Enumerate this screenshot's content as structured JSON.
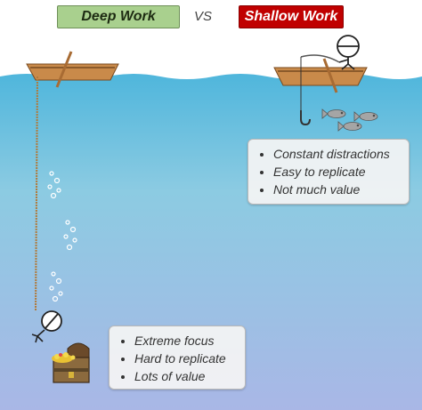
{
  "header": {
    "left_label": "Deep Work",
    "vs_label": "VS",
    "right_label": "Shallow Work"
  },
  "shallow_work": {
    "points": [
      "Constant distractions",
      "Easy to replicate",
      "Not much value"
    ]
  },
  "deep_work": {
    "points": [
      "Extreme focus",
      "Hard to replicate",
      "Lots of value"
    ]
  },
  "colors": {
    "deep_label_bg": "#a9d08e",
    "shallow_label_bg": "#c00000",
    "water_top": "#4fb6dc",
    "water_bottom": "#a9b7e6",
    "boat": "#c98a4a"
  },
  "icons": {
    "boat": "rowboat-icon",
    "fisherman": "stick-figure-icon",
    "fish": "fish-icon",
    "hook": "fishhook-icon",
    "diver": "diver-icon",
    "treasure": "treasure-chest-icon"
  }
}
